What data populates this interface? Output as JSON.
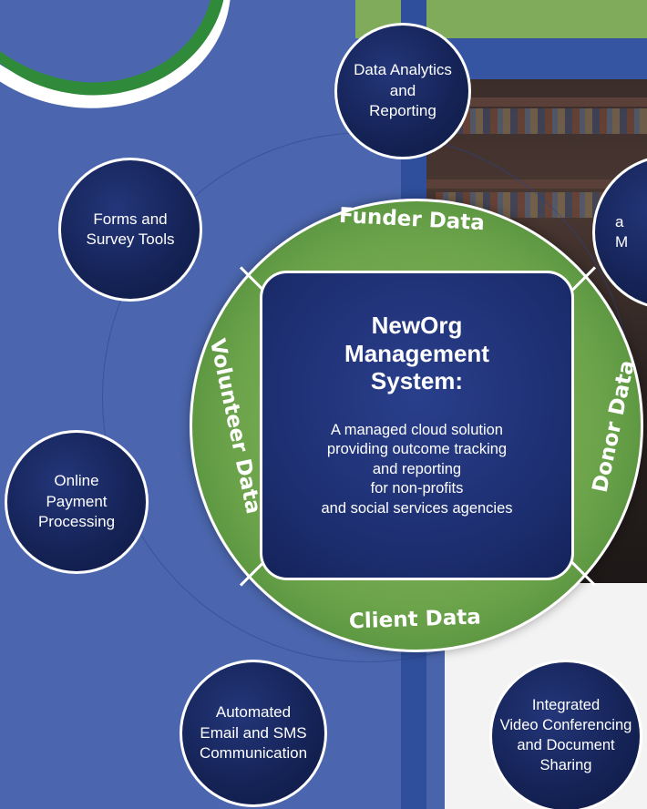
{
  "center": {
    "title": "NewOrg\nManagement\nSystem:",
    "description": "A managed cloud solution\nproviding outcome tracking\nand reporting\nfor non-profits\nand social services agencies"
  },
  "ring_segments": [
    {
      "key": "funder",
      "label": "Funder Data"
    },
    {
      "key": "donor",
      "label": "Donor Data"
    },
    {
      "key": "client",
      "label": "Client Data"
    },
    {
      "key": "volunteer",
      "label": "Volunteer Data"
    }
  ],
  "features": {
    "analytics": "Data Analytics\nand\nReporting",
    "forms": "Forms and\nSurvey Tools",
    "payments": "Online\nPayment\nProcessing",
    "messaging": "Automated\nEmail and SMS\nCommunication",
    "video": "Integrated\nVideo Conferencing\nand Document\nSharing",
    "partial": "a\nM"
  },
  "colors": {
    "background": "#4a64ac",
    "ring_green": "#6aa24a",
    "bubble_navy": "#142255",
    "accent_green": "#7fab5a"
  }
}
